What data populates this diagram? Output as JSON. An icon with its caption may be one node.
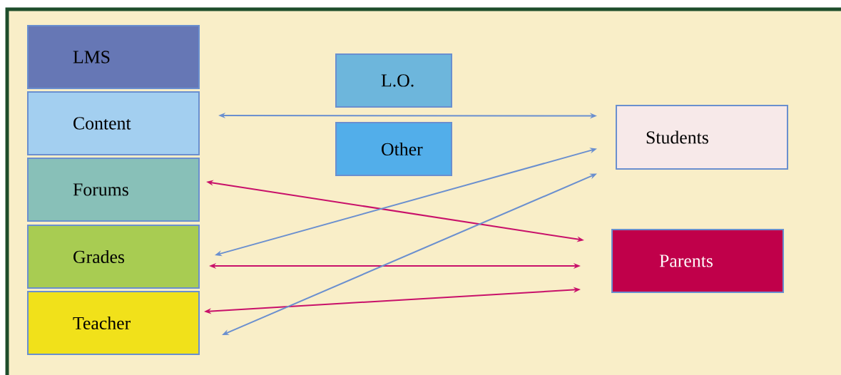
{
  "diagram": {
    "nodes": [
      {
        "text": [
          "LMS"
        ]
      },
      {
        "text": [
          "Content"
        ]
      },
      {
        "text": [
          "Forums"
        ]
      },
      {
        "text": [
          "Grades"
        ]
      },
      {
        "text": [
          "Teacher"
        ]
      },
      {
        "text": [
          "L.O."
        ]
      },
      {
        "text": [
          "Other"
        ]
      },
      {
        "text": [
          "Students"
        ]
      },
      {
        "text": [
          "Parents"
        ]
      }
    ],
    "edges": [
      {
        "from": 1,
        "to": 7,
        "arrow": "both"
      },
      {
        "from": 2,
        "to": 8,
        "arrow": "both",
        "color": "#c8106a"
      },
      {
        "from": 3,
        "to": 7,
        "arrow": "both"
      },
      {
        "from": 3,
        "to": 8,
        "arrow": "both",
        "color": "#c8106a"
      },
      {
        "from": 4,
        "to": 8,
        "arrow": "both",
        "color": "#c8106a"
      },
      {
        "from": 4,
        "to": 7,
        "arrow": "both"
      }
    ]
  }
}
